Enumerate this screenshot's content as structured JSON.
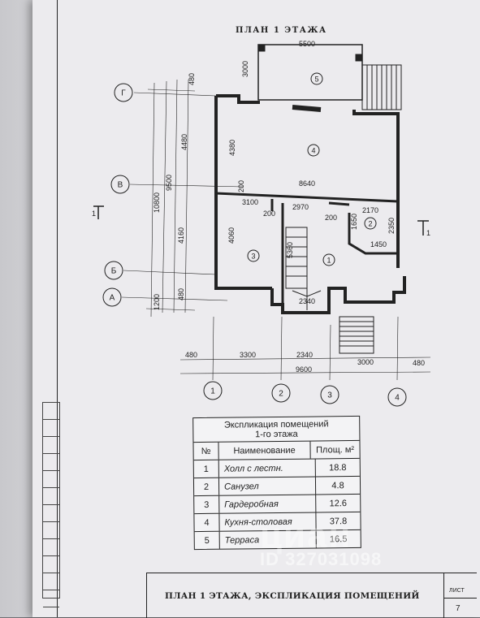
{
  "plan": {
    "title": "ПЛАН 1 ЭТАЖА",
    "dimensions": {
      "top_width": "5500",
      "terrace_depth": "3000",
      "kitchen_depth": "4380",
      "left_480_top": "480",
      "left_4480": "4480",
      "left_9500": "9500",
      "left_10800": "10800",
      "left_4160": "4160",
      "left_1200": "1200",
      "left_480_bottom": "480",
      "width_8640": "8640",
      "dim_200_top": "200",
      "dim_3100": "3100",
      "dim_200_left": "200",
      "dim_2970": "2970",
      "dim_200_bath": "200",
      "dim_2170": "2170",
      "dim_1650": "1650",
      "dim_2350": "2350",
      "dim_1450": "1450",
      "dim_4060": "4060",
      "dim_5360": "5360",
      "dim_2340_stair": "2340",
      "bottom_480_left": "480",
      "bottom_3300": "3300",
      "bottom_2340": "2340",
      "bottom_3000": "3000",
      "bottom_480_right": "480",
      "total_9600": "9600"
    },
    "axes_rows": [
      "Г",
      "В",
      "Б",
      "А"
    ],
    "axes_cols": [
      "1",
      "2",
      "3",
      "4"
    ],
    "rooms": [
      "5",
      "4",
      "3",
      "1",
      "2"
    ],
    "section_marks": [
      "1",
      "1"
    ]
  },
  "table": {
    "title_line1": "Экспликация помещений",
    "title_line2": "1-го этажа",
    "header": {
      "num": "№",
      "name": "Наименование",
      "area": "Площ. м²"
    },
    "rows": [
      {
        "num": "1",
        "name": "Холл  с лестн.",
        "area": "18.8"
      },
      {
        "num": "2",
        "name": "Санузел",
        "area": "4.8"
      },
      {
        "num": "3",
        "name": "Гардеробная",
        "area": "12.6"
      },
      {
        "num": "4",
        "name": "Кухня-столовая",
        "area": "37.8"
      },
      {
        "num": "5",
        "name": "Терраса",
        "area": "16.5"
      }
    ]
  },
  "footer": {
    "title": "ПЛАН  1  ЭТАЖА, ЭКСПЛИКАЦИЯ ПОМЕЩЕНИЙ",
    "sheet_label": "ЛИСТ",
    "sheet_number": "7"
  },
  "watermark": {
    "brand": "циан",
    "id": "ID 327031098"
  }
}
